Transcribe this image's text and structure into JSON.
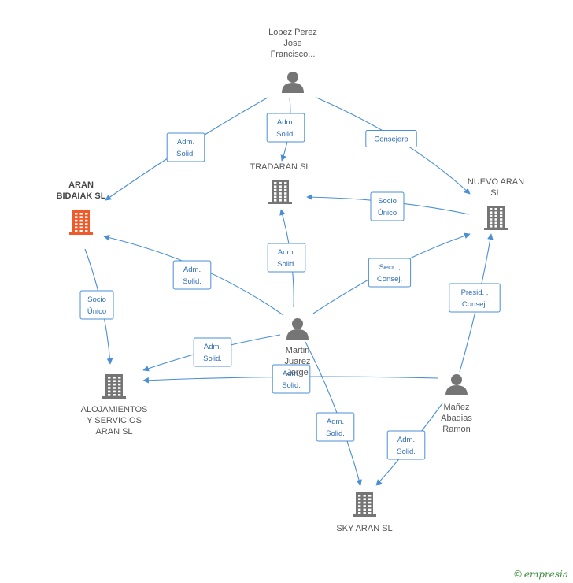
{
  "colors": {
    "edge": "#4a8fd4",
    "company": "#757575",
    "company_highlight": "#f05a2a",
    "person": "#757575"
  },
  "nodes": [
    {
      "id": "lopez",
      "kind": "person",
      "label_lines": [
        "Lopez Perez",
        "Jose",
        "Francisco..."
      ],
      "icon": "person-icon"
    },
    {
      "id": "tradaran",
      "kind": "company",
      "label_lines": [
        "TRADARAN SL"
      ],
      "icon": "building-icon"
    },
    {
      "id": "nuevo",
      "kind": "company",
      "label_lines": [
        "NUEVO ARAN",
        "SL"
      ],
      "icon": "building-icon"
    },
    {
      "id": "bidaiak",
      "kind": "company",
      "highlight": true,
      "label_lines": [
        "ARAN",
        "BIDAIAK SL"
      ],
      "icon": "building-icon"
    },
    {
      "id": "martin",
      "kind": "person",
      "label_lines": [
        "Martin",
        "Juarez",
        "Jorge"
      ],
      "icon": "person-icon"
    },
    {
      "id": "alojamientos",
      "kind": "company",
      "label_lines": [
        "ALOJAMIENTOS",
        "Y SERVICIOS",
        "ARAN SL"
      ],
      "icon": "building-icon"
    },
    {
      "id": "manez",
      "kind": "person",
      "label_lines": [
        "Mañez",
        "Abadias",
        "Ramon"
      ],
      "icon": "person-icon"
    },
    {
      "id": "sky",
      "kind": "company",
      "label_lines": [
        "SKY ARAN SL"
      ],
      "icon": "building-icon"
    }
  ],
  "edges": [
    {
      "from": "lopez",
      "to": "bidaiak",
      "label_lines": [
        "Adm.",
        "Solid."
      ]
    },
    {
      "from": "lopez",
      "to": "tradaran",
      "label_lines": [
        "Adm.",
        "Solid."
      ]
    },
    {
      "from": "lopez",
      "to": "nuevo",
      "label_lines": [
        "Consejero"
      ]
    },
    {
      "from": "nuevo",
      "to": "tradaran",
      "label_lines": [
        "Socio",
        "Único"
      ]
    },
    {
      "from": "martin",
      "to": "bidaiak",
      "label_lines": [
        "Adm.",
        "Solid."
      ]
    },
    {
      "from": "martin",
      "to": "tradaran",
      "label_lines": [
        "Adm.",
        "Solid."
      ]
    },
    {
      "from": "martin",
      "to": "nuevo",
      "label_lines": [
        "Secr. ,",
        "Consej."
      ]
    },
    {
      "from": "bidaiak",
      "to": "alojamientos",
      "label_lines": [
        "Socio",
        "Único"
      ]
    },
    {
      "from": "martin",
      "to": "alojamientos",
      "label_lines": [
        "Adm.",
        "Solid."
      ]
    },
    {
      "from": "manez",
      "to": "alojamientos",
      "label_lines": [
        "Adm.",
        "Solid."
      ]
    },
    {
      "from": "manez",
      "to": "nuevo",
      "label_lines": [
        "Presid. ,",
        "Consej."
      ]
    },
    {
      "from": "martin",
      "to": "sky",
      "label_lines": [
        "Adm.",
        "Solid."
      ]
    },
    {
      "from": "manez",
      "to": "sky",
      "label_lines": [
        "Adm.",
        "Solid."
      ]
    }
  ],
  "footer": {
    "copyright": "©",
    "brand": "empresia"
  }
}
